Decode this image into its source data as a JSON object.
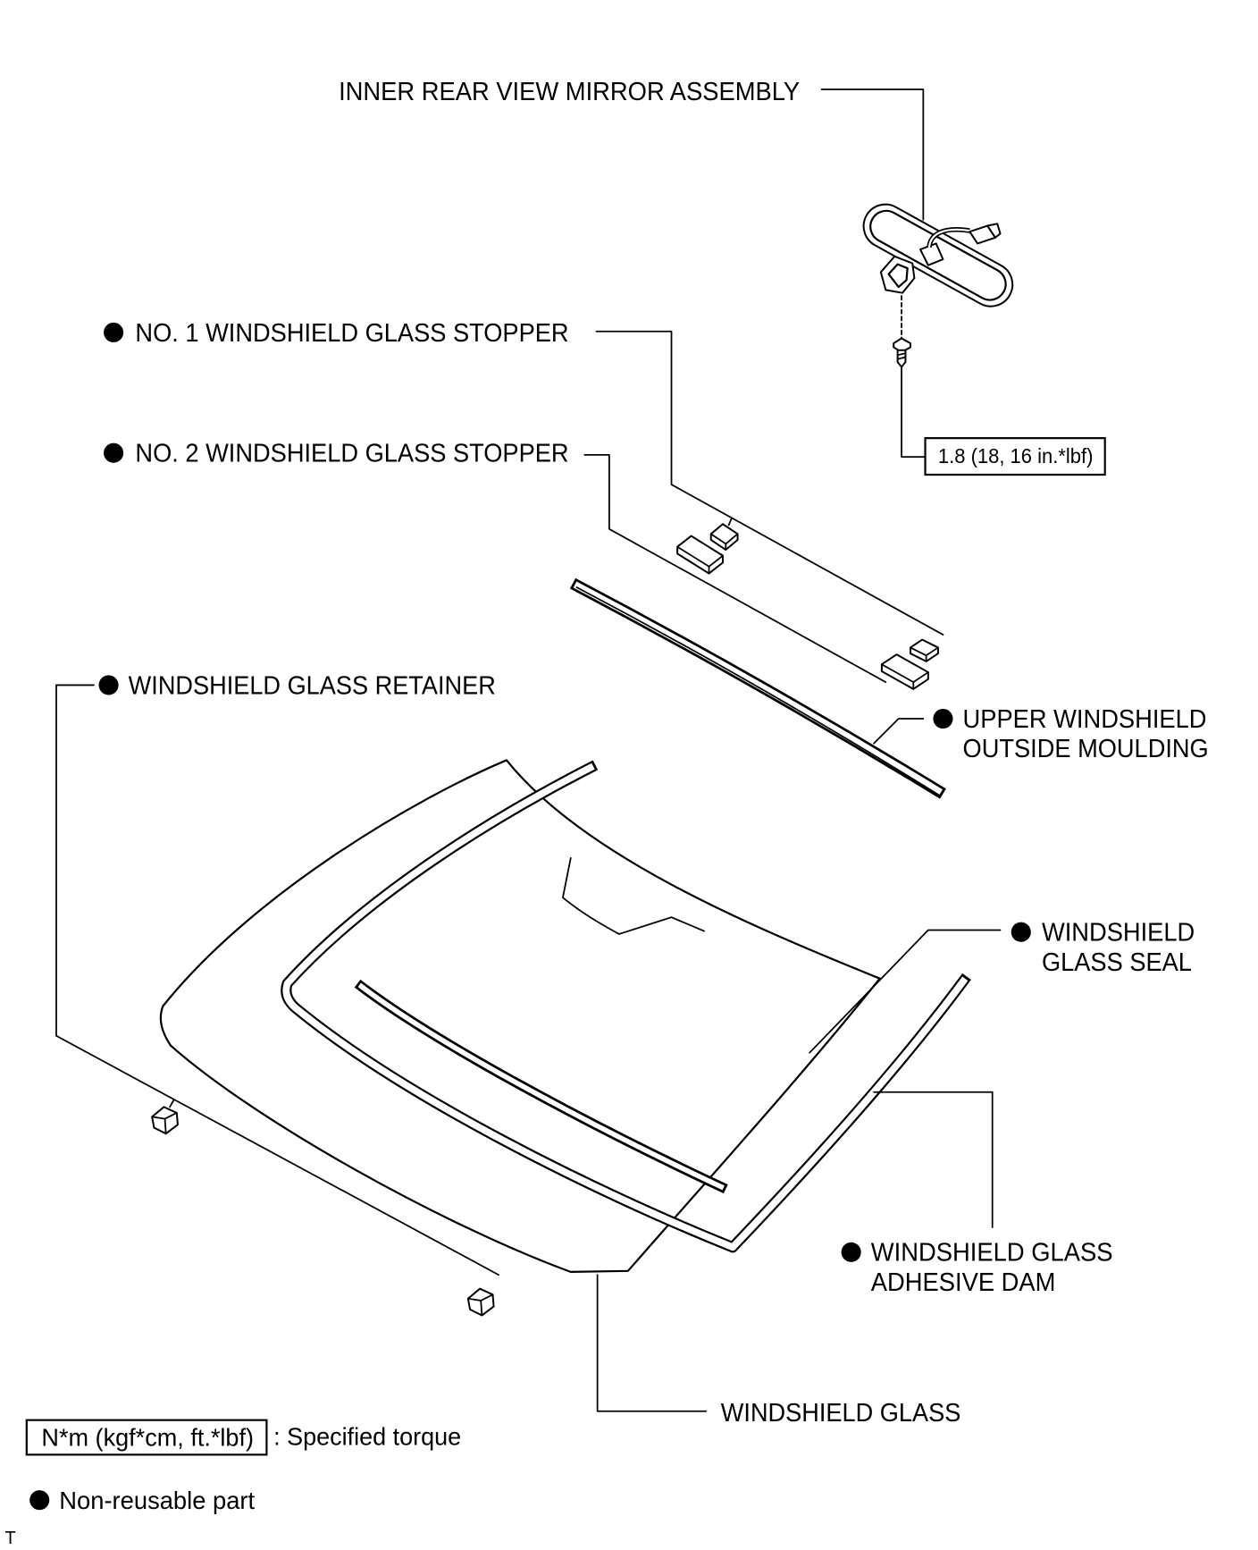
{
  "parts": {
    "mirror": {
      "lines": [
        "INNER REAR VIEW MIRROR ASSEMBLY"
      ],
      "non_reusable": false
    },
    "stopper_1": {
      "lines": [
        "NO. 1 WINDSHIELD GLASS STOPPER"
      ],
      "non_reusable": true
    },
    "stopper_2": {
      "lines": [
        "NO. 2 WINDSHIELD GLASS STOPPER"
      ],
      "non_reusable": true
    },
    "retainer": {
      "lines": [
        "WINDSHIELD GLASS RETAINER"
      ],
      "non_reusable": true
    },
    "upper_moulding": {
      "lines": [
        "UPPER WINDSHIELD",
        "OUTSIDE MOULDING"
      ],
      "non_reusable": true
    },
    "glass_seal": {
      "lines": [
        "WINDSHIELD",
        "GLASS SEAL"
      ],
      "non_reusable": true
    },
    "adhesive_dam": {
      "lines": [
        "WINDSHIELD GLASS",
        "ADHESIVE DAM"
      ],
      "non_reusable": true
    },
    "glass": {
      "lines": [
        "WINDSHIELD GLASS"
      ],
      "non_reusable": false
    }
  },
  "torque_specs": [
    {
      "value": "1.8 (18, 16 in.*lbf)"
    }
  ],
  "legend": {
    "torque_unit": "N*m (kgf*cm, ft.*lbf)",
    "torque_caption": ": Specified torque",
    "non_reusable_marker": true,
    "non_reusable_caption": "Non-reusable part"
  },
  "corner_mark": "T",
  "colors": {
    "ink": "#000000",
    "paper": "#ffffff"
  }
}
